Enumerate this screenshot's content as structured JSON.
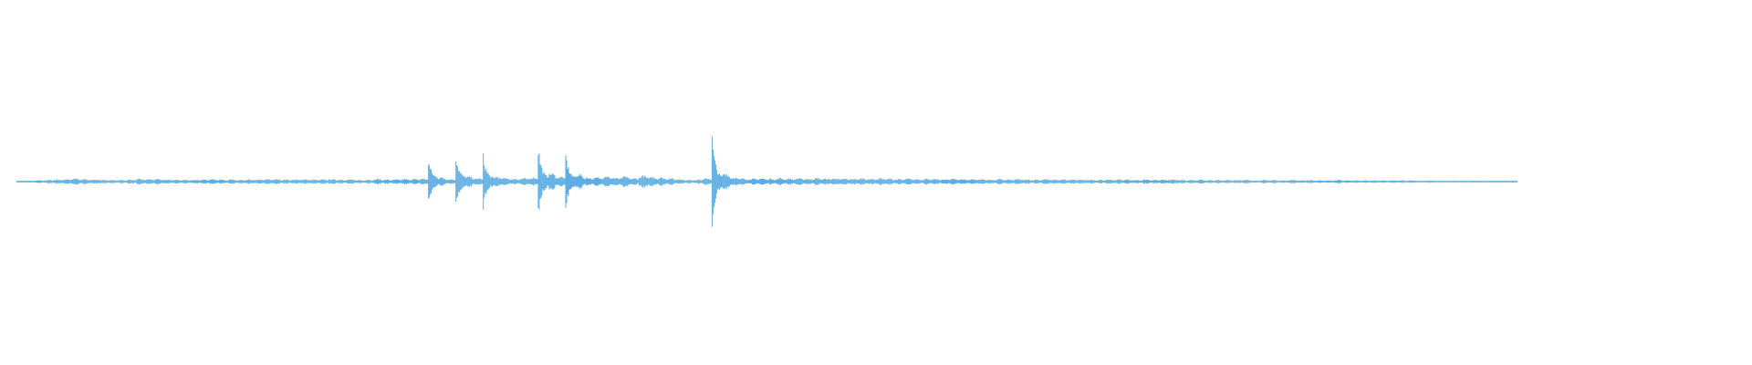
{
  "waveform": {
    "color": "#5dade2",
    "amplitudes": [
      0.02,
      0.02,
      0.03,
      0.04,
      0.05,
      0.06,
      0.07,
      0.06,
      0.05,
      0.05,
      0.04,
      0.04,
      0.05,
      0.06,
      0.06,
      0.06,
      0.05,
      0.05,
      0.04,
      0.05,
      0.05,
      0.06,
      0.05,
      0.05,
      0.04,
      0.05,
      0.05,
      0.06,
      0.06,
      0.05,
      0.05,
      0.06,
      0.05,
      0.05,
      0.06,
      0.05,
      0.05,
      0.04,
      0.05,
      0.06,
      0.05,
      0.05,
      0.06,
      0.06,
      0.07,
      0.45,
      0.1,
      0.06,
      0.6,
      0.12,
      0.08,
      0.55,
      0.12,
      0.09,
      0.07,
      0.08,
      0.1,
      0.8,
      0.2,
      0.12,
      0.6,
      0.18,
      0.1,
      0.1,
      0.14,
      0.1,
      0.12,
      0.08,
      0.14,
      0.12,
      0.1,
      0.08,
      0.06,
      0.04,
      0.05,
      0.08,
      1.0,
      0.2,
      0.1,
      0.08,
      0.07,
      0.08,
      0.07,
      0.08,
      0.07,
      0.08,
      0.07,
      0.08,
      0.07,
      0.08,
      0.07,
      0.07,
      0.08,
      0.07,
      0.08,
      0.07,
      0.06,
      0.07,
      0.06,
      0.07,
      0.06,
      0.06,
      0.07,
      0.06,
      0.06,
      0.06,
      0.05,
      0.06,
      0.05,
      0.06,
      0.05,
      0.05,
      0.06,
      0.05,
      0.05,
      0.05,
      0.05,
      0.05,
      0.04,
      0.05,
      0.05,
      0.05,
      0.04,
      0.05,
      0.04,
      0.05,
      0.05,
      0.04,
      0.04,
      0.05,
      0.04,
      0.04,
      0.04,
      0.04,
      0.04,
      0.03,
      0.04,
      0.04,
      0.03,
      0.04,
      0.03,
      0.04,
      0.03,
      0.03,
      0.04,
      0.03,
      0.03,
      0.03,
      0.03,
      0.03,
      0.03,
      0.03,
      0.03,
      0.02,
      0.03,
      0.02,
      0.02,
      0.02,
      0.02,
      0.02,
      0.02,
      0.02,
      0.02,
      0.02
    ]
  }
}
